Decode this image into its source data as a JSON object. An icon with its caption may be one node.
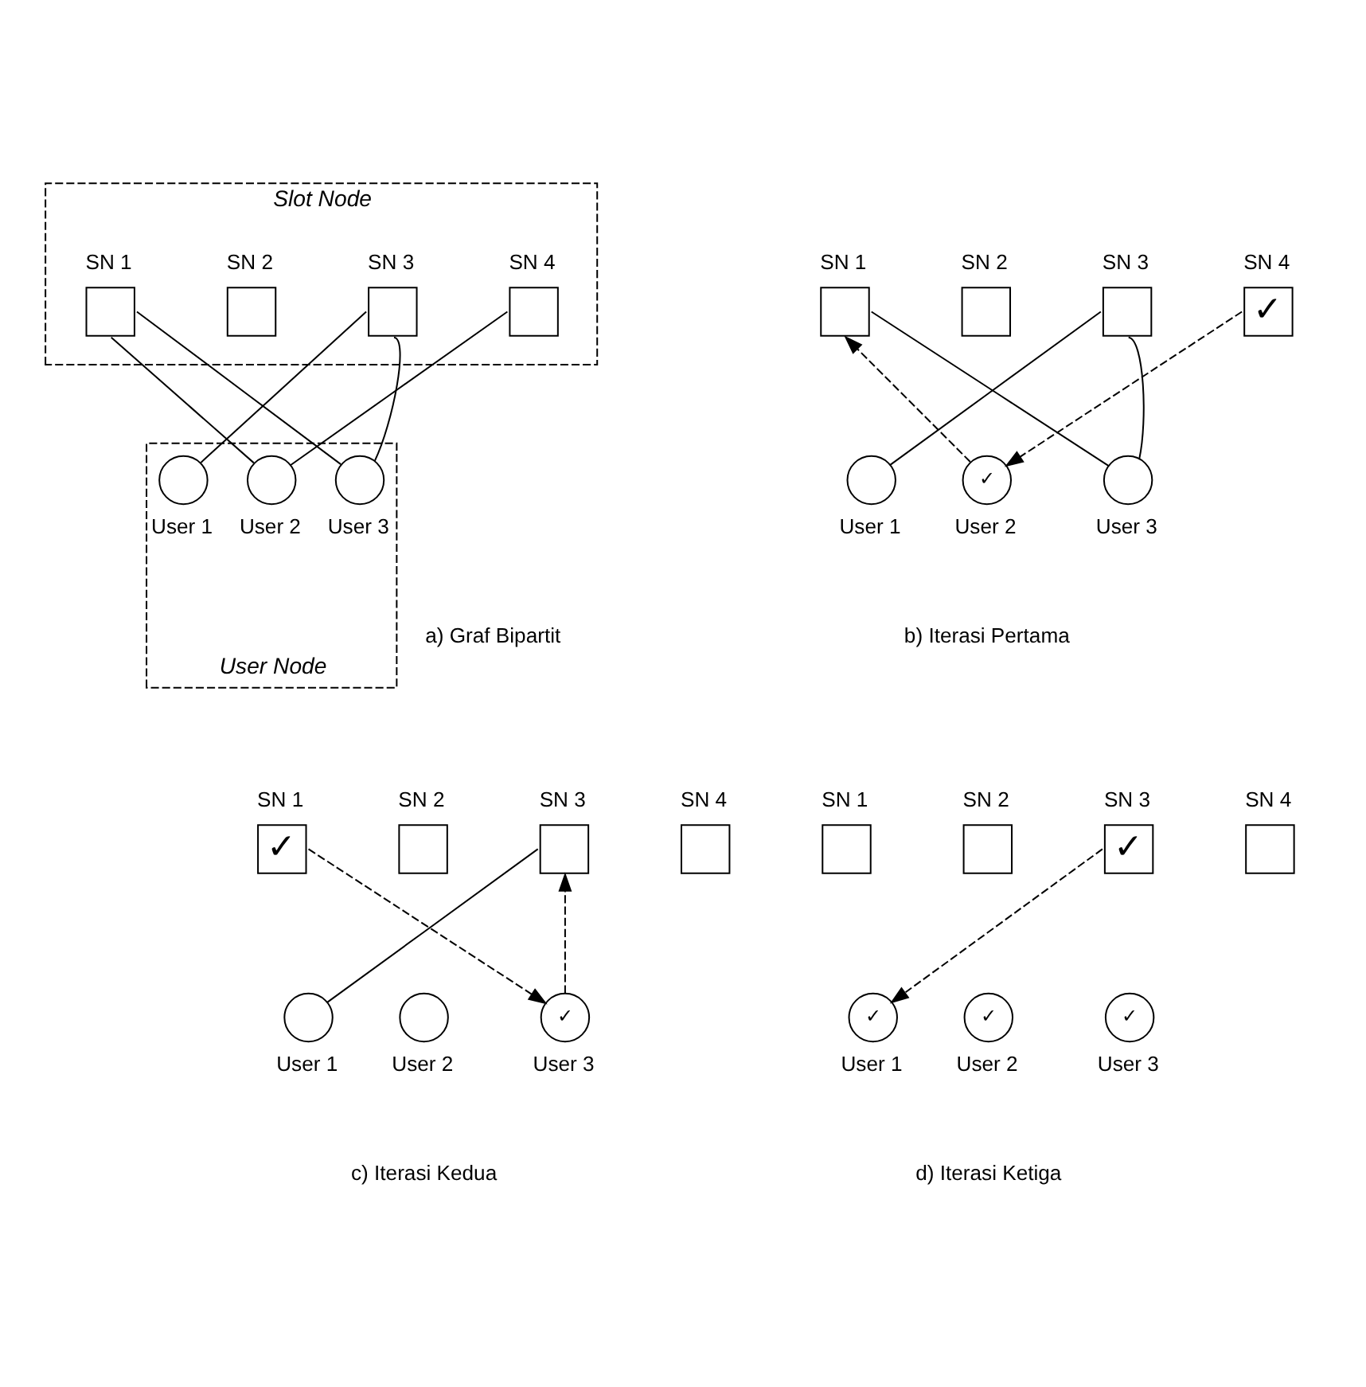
{
  "diagram": {
    "nodes": [
      {
        "text": [
          "Slot Node"
        ]
      },
      {
        "text": [
          "SN 1"
        ],
        "in": 0
      },
      {
        "text": [
          "SN 2"
        ],
        "in": 0
      },
      {
        "text": [
          "SN 3"
        ],
        "in": 0
      },
      {
        "text": [
          "SN 4"
        ],
        "in": 0
      },
      {
        "text": [
          "User Node"
        ]
      },
      {
        "text": [
          "User 1"
        ],
        "in": 5
      },
      {
        "text": [
          "User 2"
        ],
        "in": 5
      },
      {
        "text": [
          "User 3"
        ],
        "in": 5
      },
      {
        "text": [
          "SN 1"
        ]
      },
      {
        "text": [
          "SN 2"
        ]
      },
      {
        "text": [
          "SN 3"
        ]
      },
      {
        "text": [
          "SN 4",
          "✓"
        ]
      },
      {
        "text": [
          "User 1"
        ]
      },
      {
        "text": [
          "✓",
          "User 2"
        ]
      },
      {
        "text": [
          "User 3"
        ]
      },
      {
        "text": [
          "SN 1",
          "✓"
        ]
      },
      {
        "text": [
          "SN 2"
        ]
      },
      {
        "text": [
          "SN 3"
        ]
      },
      {
        "text": [
          "SN 4"
        ]
      },
      {
        "text": [
          "User 1"
        ]
      },
      {
        "text": [
          "User 2"
        ]
      },
      {
        "text": [
          "✓",
          "User 3"
        ]
      },
      {
        "text": [
          "SN 1"
        ]
      },
      {
        "text": [
          "SN 2"
        ]
      },
      {
        "text": [
          "SN 3",
          "✓"
        ]
      },
      {
        "text": [
          "SN 4"
        ]
      },
      {
        "text": [
          "✓",
          "User 1"
        ]
      },
      {
        "text": [
          "✓",
          "User 2"
        ]
      },
      {
        "text": [
          "✓",
          "User 3"
        ]
      }
    ],
    "edges": [
      {
        "from": 1,
        "to": 7,
        "arrow": "none"
      },
      {
        "from": 1,
        "to": 8,
        "arrow": "none"
      },
      {
        "from": 3,
        "to": 6,
        "arrow": "none"
      },
      {
        "from": 3,
        "to": 8,
        "arrow": "none"
      },
      {
        "from": 4,
        "to": 7,
        "arrow": "none"
      },
      {
        "from": 9,
        "to": 15,
        "arrow": "none"
      },
      {
        "from": 11,
        "to": 13,
        "arrow": "none"
      },
      {
        "from": 11,
        "to": 15,
        "arrow": "none"
      },
      {
        "from": 14,
        "to": 9,
        "arrow": "to",
        "style": "dashed"
      },
      {
        "from": 12,
        "to": 14,
        "arrow": "to",
        "style": "dashed"
      },
      {
        "from": 18,
        "to": 20,
        "arrow": "none"
      },
      {
        "from": 16,
        "to": 22,
        "arrow": "to",
        "style": "dashed"
      },
      {
        "from": 22,
        "to": 18,
        "arrow": "to",
        "style": "dashed"
      },
      {
        "from": 25,
        "to": 27,
        "arrow": "to",
        "style": "dashed"
      }
    ],
    "labels": [
      "a) Graf Bipartit",
      "b) Iterasi Pertama",
      "c) Iterasi Kedua",
      "d) Iterasi Ketiga"
    ]
  }
}
